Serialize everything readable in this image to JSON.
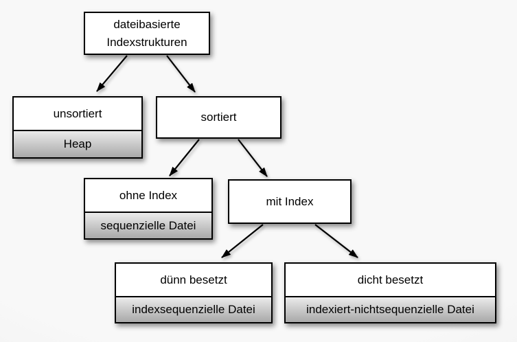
{
  "nodes": {
    "root": {
      "label": "dateibasierte Indexstrukturen"
    },
    "unsortiert": {
      "label": "unsortiert",
      "sublabel": "Heap"
    },
    "sortiert": {
      "label": "sortiert"
    },
    "ohne_index": {
      "label": "ohne Index",
      "sublabel": "sequenzielle Datei"
    },
    "mit_index": {
      "label": "mit Index"
    },
    "duenn": {
      "label": "dünn besetzt",
      "sublabel": "indexsequenzielle Datei"
    },
    "dicht": {
      "label": "dicht besetzt",
      "sublabel": "indexiert-nichtsequenzielle Datei"
    }
  },
  "edges": [
    {
      "from": "root",
      "to": "unsortiert"
    },
    {
      "from": "root",
      "to": "sortiert"
    },
    {
      "from": "sortiert",
      "to": "ohne_index"
    },
    {
      "from": "sortiert",
      "to": "mit_index"
    },
    {
      "from": "mit_index",
      "to": "duenn"
    },
    {
      "from": "mit_index",
      "to": "dicht"
    }
  ],
  "colors": {
    "background": "#f6f6f6",
    "node_fill": "#ffffff",
    "node_border": "#000000",
    "sublabel_gradient_top": "#ebebeb",
    "sublabel_gradient_bottom": "#a9a9a9",
    "arrow": "#000000",
    "text": "#000000"
  }
}
